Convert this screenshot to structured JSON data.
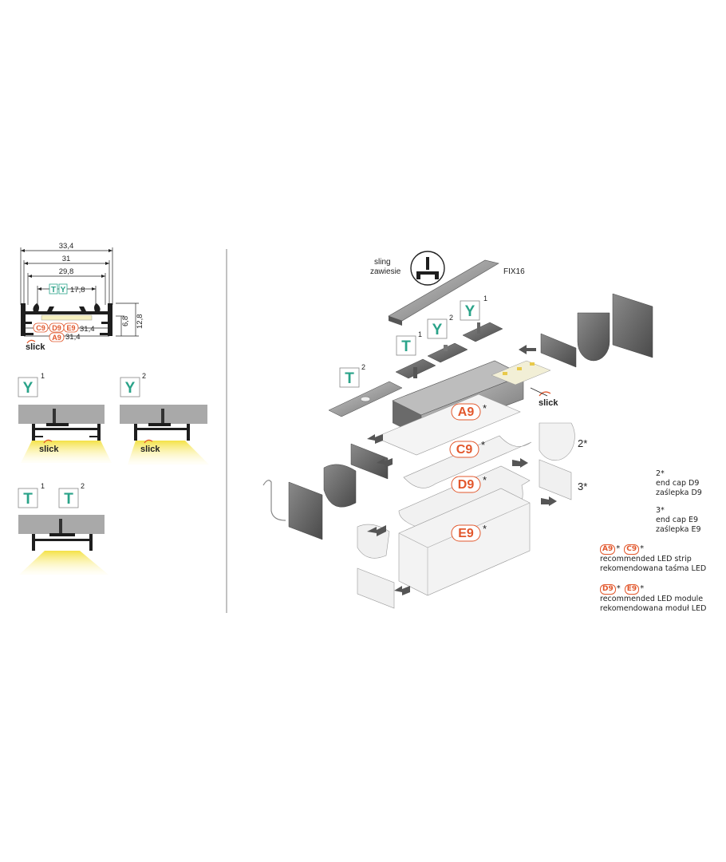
{
  "colors": {
    "teal": "#2aa389",
    "orange": "#e2572c",
    "profile": "#1e1e1e",
    "ceiling": "#a9a9a9",
    "light": "#f1e04a"
  },
  "dims": {
    "d1": "33,4",
    "d2": "31",
    "d3": "29,8",
    "d4": "17,8",
    "d5": "31,4",
    "d6": "31,4",
    "h1": "6,8",
    "h2": "12,8"
  },
  "labels": {
    "T": "T",
    "Y": "Y",
    "sup1": "1",
    "sup2": "2",
    "A9": "A9",
    "C9": "C9",
    "D9": "D9",
    "E9": "E9",
    "slick": "slick",
    "sling": "sling",
    "zawiesie": "zawiesie",
    "fix16": "FIX16",
    "ref2": "2*",
    "ref3": "3*",
    "star": "*"
  },
  "legend": {
    "cap_d9_num": "2*",
    "cap_d9_en": "end cap D9",
    "cap_d9_pl": "zaślepka D9",
    "cap_e9_num": "3*",
    "cap_e9_en": "end cap E9",
    "cap_e9_pl": "zaślepka E9",
    "strip_en": "recommended LED strip",
    "strip_pl": "rekomendowana taśma LED",
    "module_en": "recommended LED module",
    "module_pl": "rekomendowana moduł LED"
  }
}
